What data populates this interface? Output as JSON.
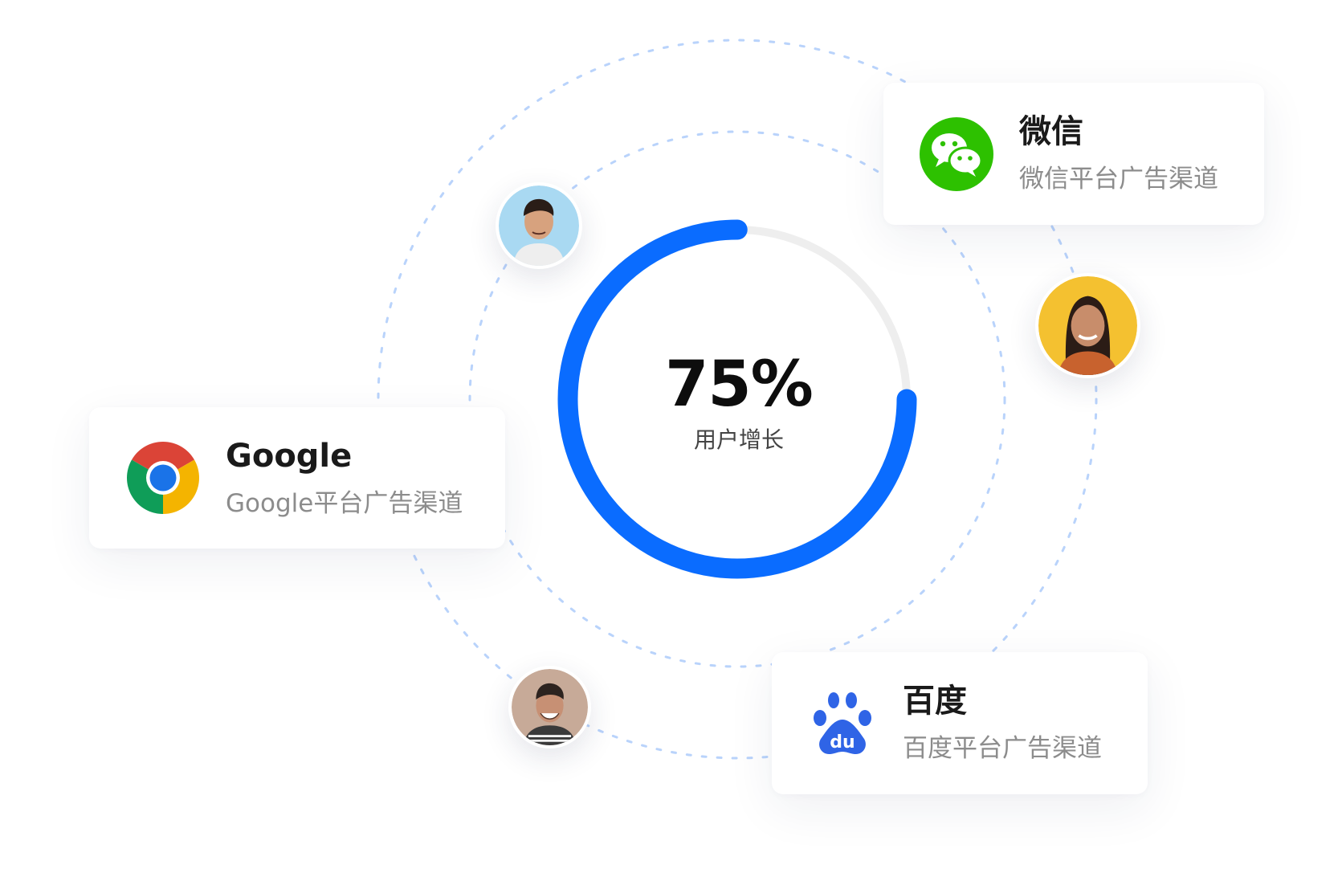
{
  "progress": {
    "value": 0.75,
    "percent_label": "75%",
    "metric_label": "用户增长",
    "track_color": "#eeeeee",
    "fill_color": "#0a6cff"
  },
  "orbit_color": "#b9d3fb",
  "channels": [
    {
      "id": "wechat",
      "title": "微信",
      "subtitle": "微信平台广告渠道",
      "icon": "wechat-icon",
      "color": "#2dc100"
    },
    {
      "id": "google",
      "title": "Google",
      "subtitle": "Google平台广告渠道",
      "icon": "chrome-icon"
    },
    {
      "id": "baidu",
      "title": "百度",
      "subtitle": "百度平台广告渠道",
      "icon": "baidu-paw-icon",
      "color": "#2f64e6"
    }
  ],
  "avatars": [
    {
      "id": "avatar-1",
      "icon": "user-avatar"
    },
    {
      "id": "avatar-2",
      "icon": "user-avatar"
    },
    {
      "id": "avatar-3",
      "icon": "user-avatar"
    }
  ]
}
